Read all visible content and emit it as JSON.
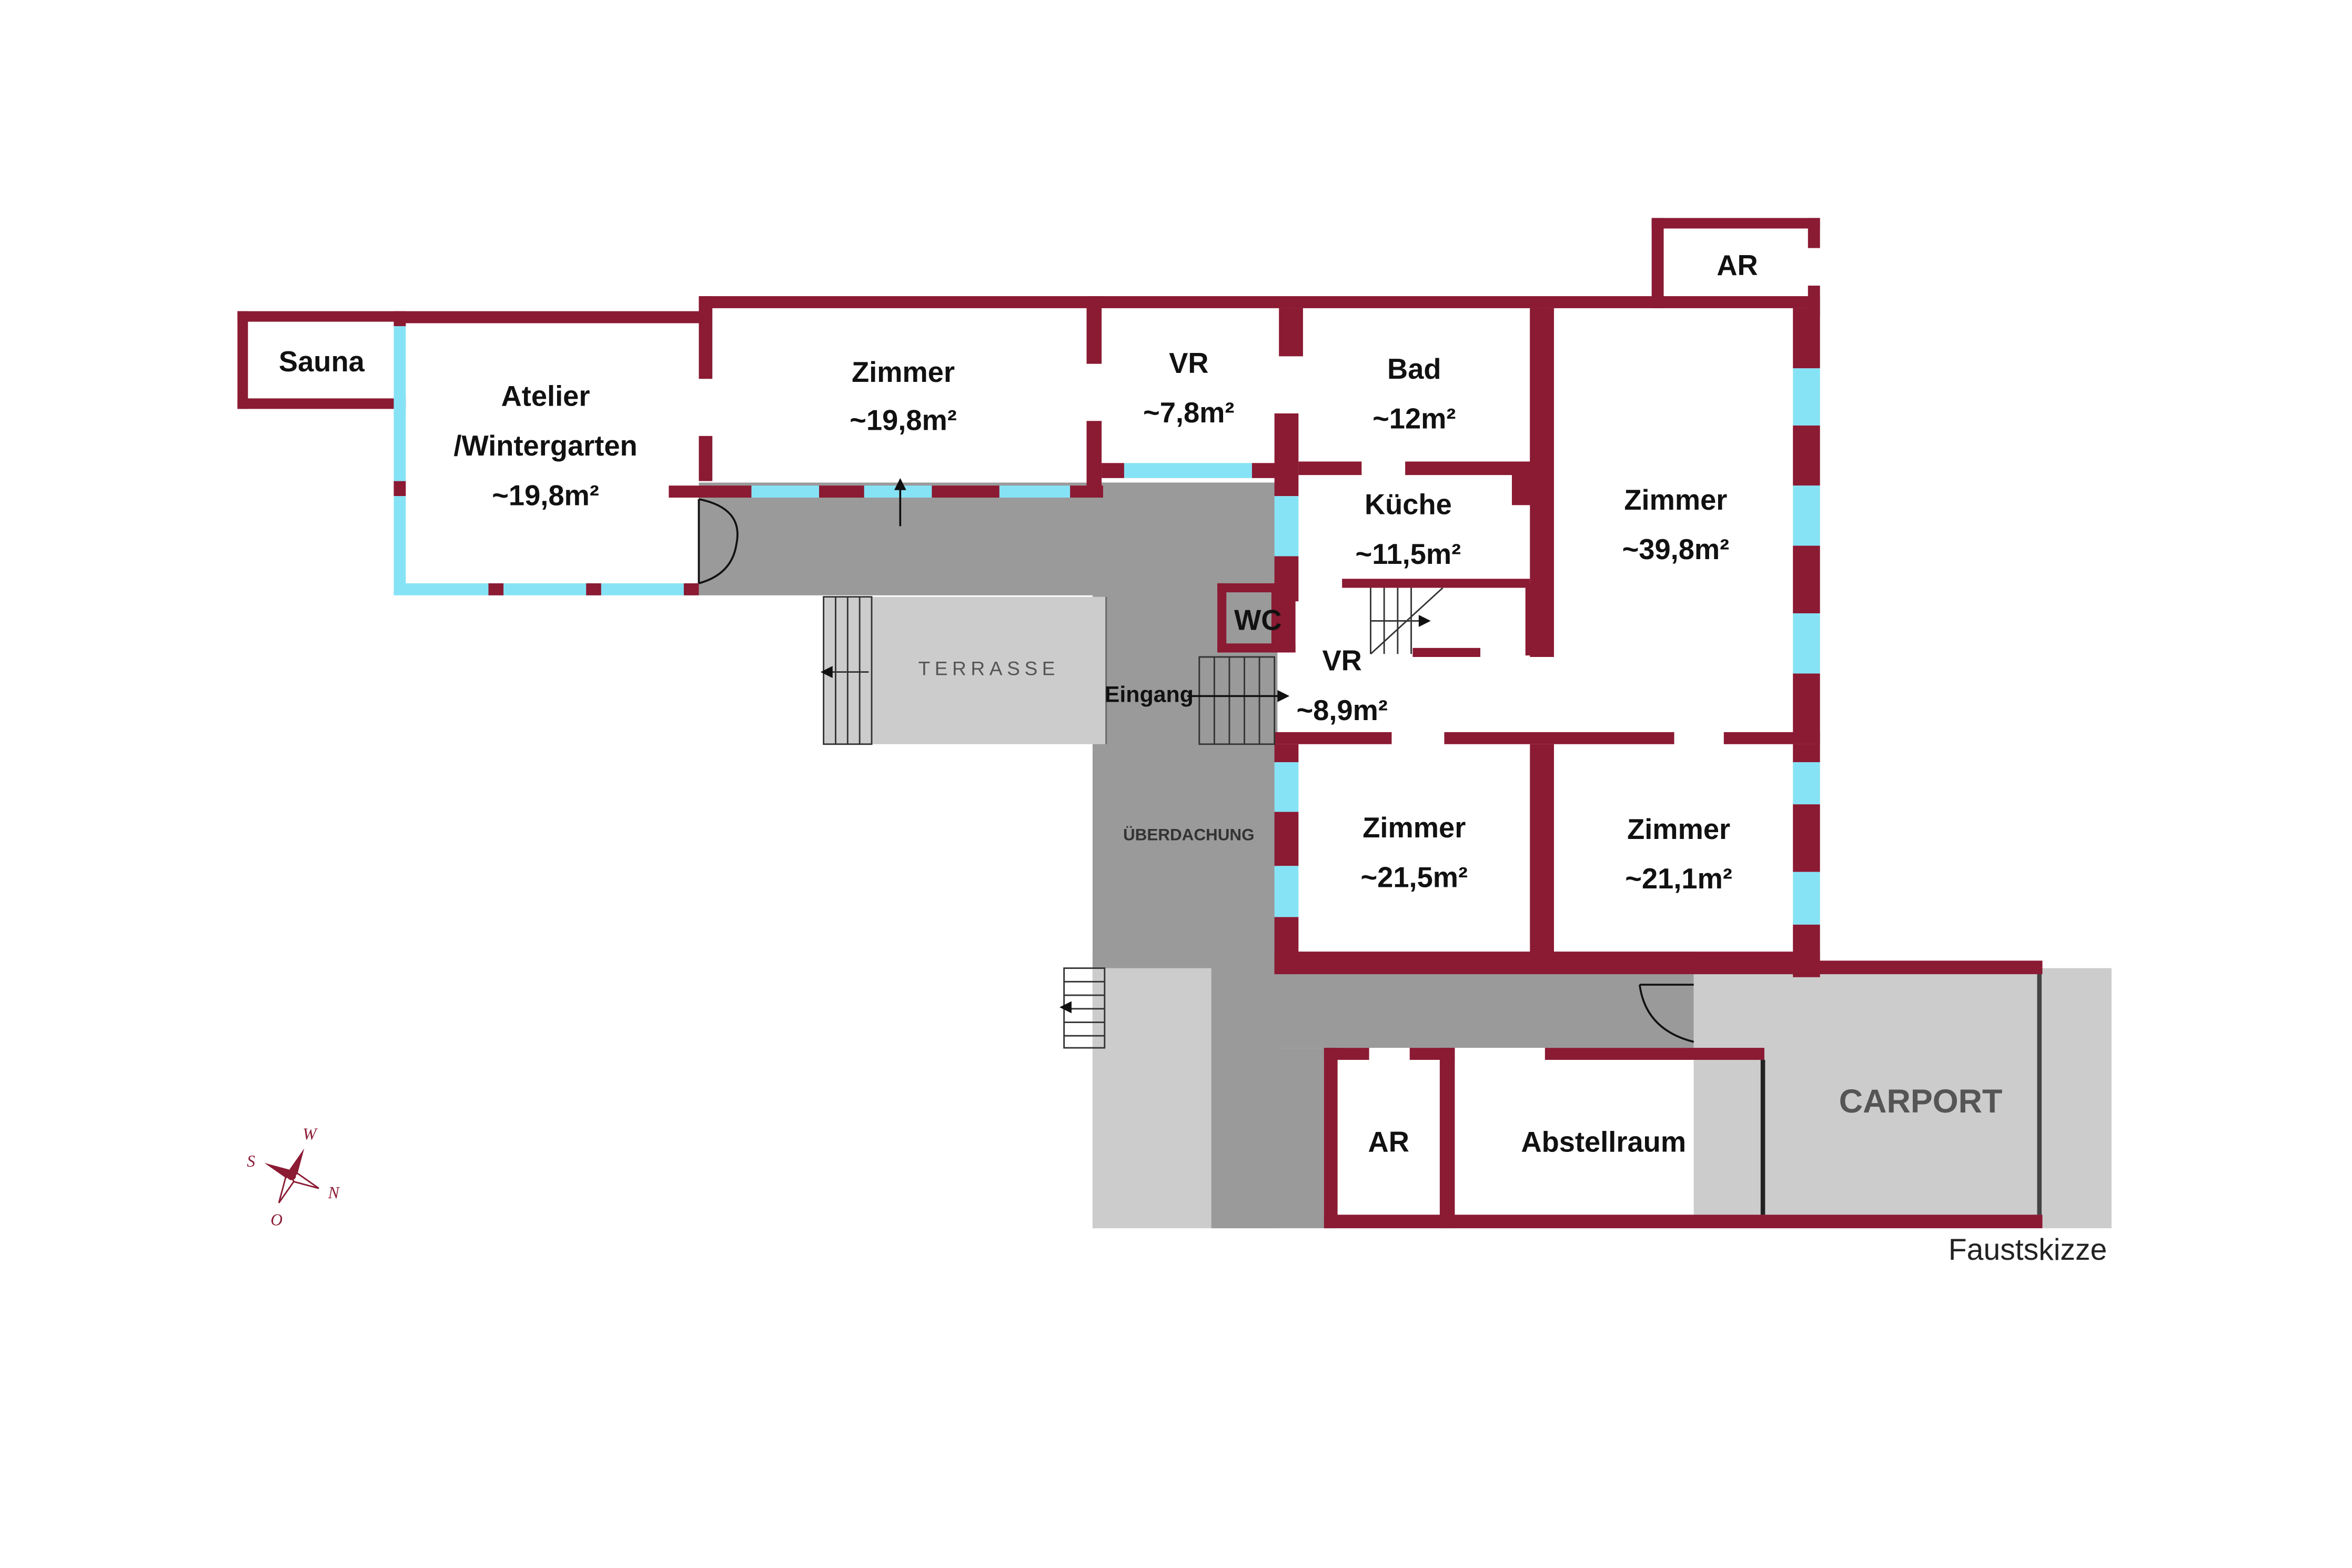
{
  "rooms": {
    "sauna": "Sauna",
    "atelier_line1": "Atelier",
    "atelier_line2": "/Wintergarten",
    "atelier_area": "~19,8m²",
    "zimmer_nw": "Zimmer",
    "zimmer_nw_area": "~19,8m²",
    "vr_top": "VR",
    "vr_top_area": "~7,8m²",
    "bad": "Bad",
    "bad_area": "~12m²",
    "ar_top": "AR",
    "kueche": "Küche",
    "kueche_area": "~11,5m²",
    "zimmer_big": "Zimmer",
    "zimmer_big_area": "~39,8m²",
    "wc": "WC",
    "vr_mid": "VR",
    "vr_mid_area": "~8,9m²",
    "zimmer_s1": "Zimmer",
    "zimmer_s1_area": "~21,5m²",
    "zimmer_s2": "Zimmer",
    "zimmer_s2_area": "~21,1m²",
    "ar_bottom": "AR",
    "abstellraum": "Abstellraum"
  },
  "zones": {
    "terrasse": "TERRASSE",
    "eingang": "Eingang",
    "ueberdachung": "ÜBERDACHUNG",
    "carport": "CARPORT"
  },
  "compass": {
    "w": "W",
    "s": "S",
    "n": "N",
    "o": "O"
  },
  "note": "Faustskizze",
  "colors": {
    "wall": "#8b1a33",
    "window": "#86e3f6",
    "covered": "#9a9a9a",
    "terrace": "#cccccc"
  }
}
